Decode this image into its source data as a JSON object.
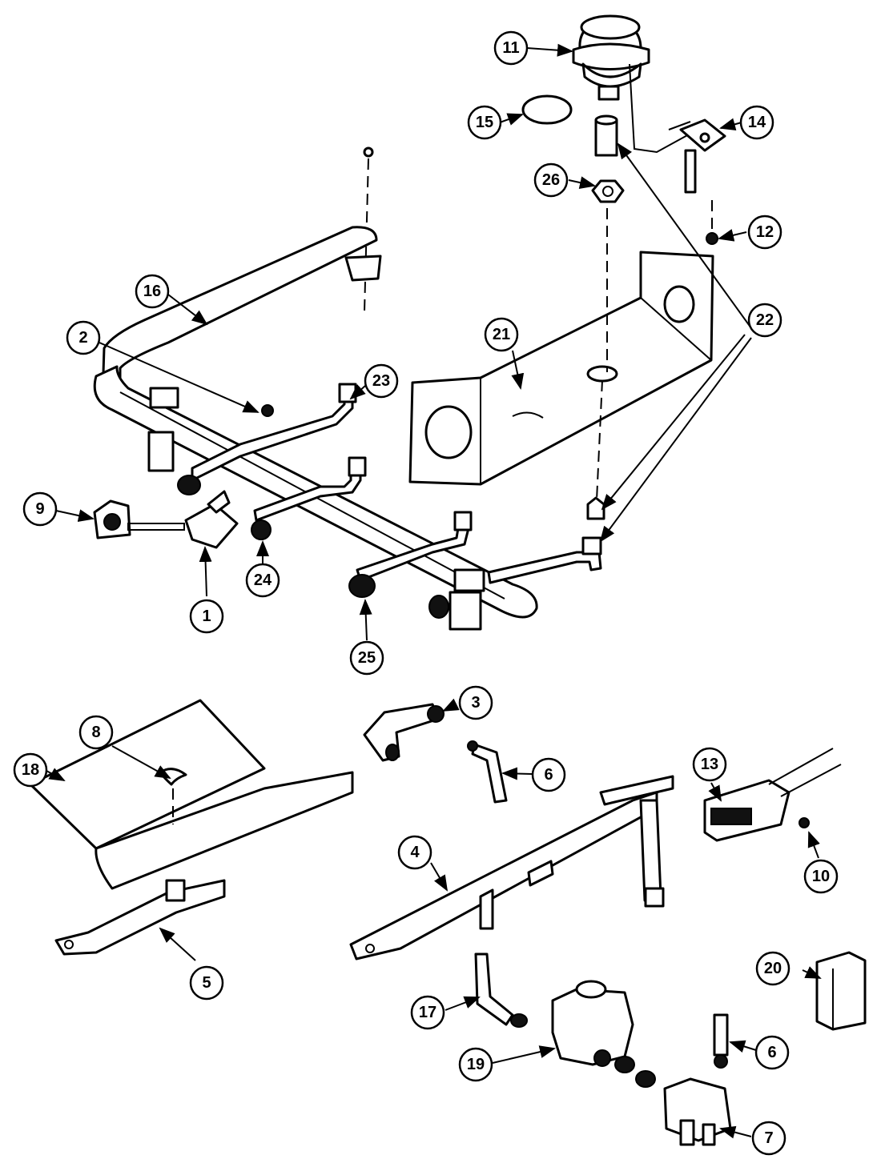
{
  "callouts": {
    "c1": "1",
    "c2": "2",
    "c3": "3",
    "c4": "4",
    "c5": "5",
    "c6a": "6",
    "c6b": "6",
    "c7": "7",
    "c8": "8",
    "c9": "9",
    "c10": "10",
    "c11": "11",
    "c12": "12",
    "c13": "13",
    "c14": "14",
    "c15": "15",
    "c16": "16",
    "c17": "17",
    "c18": "18",
    "c19": "19",
    "c20": "20",
    "c21": "21",
    "c22": "22",
    "c23": "23",
    "c24": "24",
    "c25": "25",
    "c26": "26"
  }
}
